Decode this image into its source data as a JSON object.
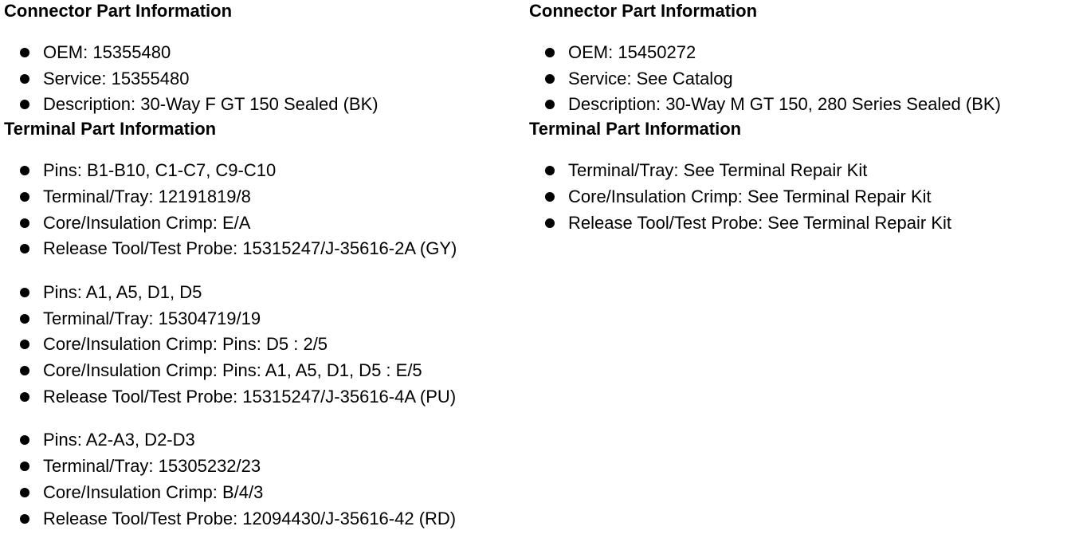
{
  "left": {
    "connector_heading": "Connector Part Information",
    "connector_items": [
      "OEM: 15355480",
      "Service: 15355480",
      "Description: 30-Way F GT 150 Sealed (BK)"
    ],
    "terminal_heading": "Terminal Part Information",
    "terminal_groups": [
      [
        "Pins: B1-B10, C1-C7, C9-C10",
        "Terminal/Tray: 12191819/8",
        "Core/Insulation Crimp: E/A",
        "Release Tool/Test Probe: 15315247/J-35616-2A (GY)"
      ],
      [
        "Pins: A1, A5, D1, D5",
        "Terminal/Tray: 15304719/19",
        "Core/Insulation Crimp: Pins: D5 : 2/5",
        "Core/Insulation Crimp: Pins: A1, A5, D1, D5 : E/5",
        "Release Tool/Test Probe: 15315247/J-35616-4A (PU)"
      ],
      [
        "Pins: A2-A3, D2-D3",
        "Terminal/Tray: 15305232/23",
        "Core/Insulation Crimp: B/4/3",
        "Release Tool/Test Probe: 12094430/J-35616-42 (RD)"
      ]
    ]
  },
  "right": {
    "connector_heading": "Connector Part Information",
    "connector_items": [
      "OEM: 15450272",
      "Service: See Catalog",
      "Description: 30-Way M GT 150, 280 Series Sealed (BK)"
    ],
    "terminal_heading": "Terminal Part Information",
    "terminal_items": [
      "Terminal/Tray: See Terminal Repair Kit",
      "Core/Insulation Crimp: See Terminal Repair Kit",
      "Release Tool/Test Probe: See Terminal Repair Kit"
    ]
  }
}
